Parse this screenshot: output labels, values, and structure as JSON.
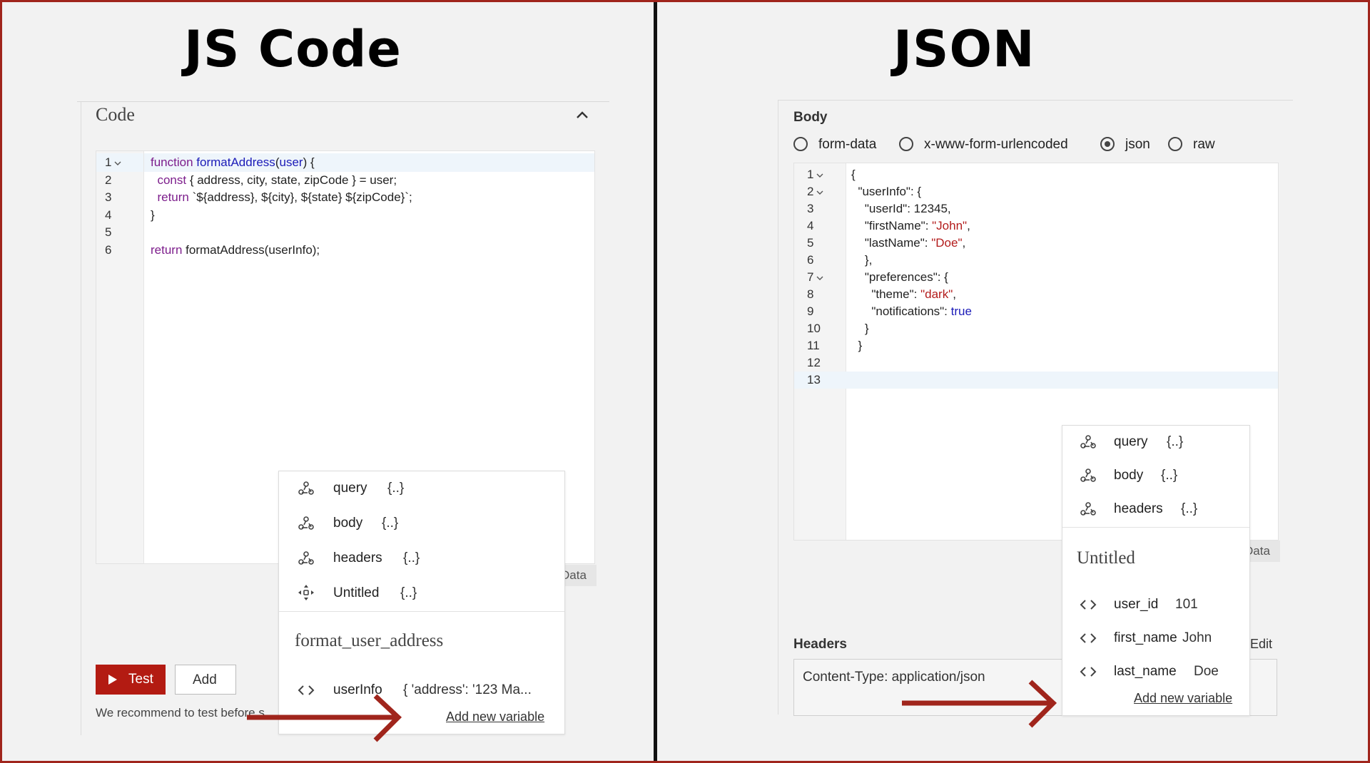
{
  "left": {
    "title": "JS Code",
    "panel_title": "Code",
    "line_numbers": [
      "1",
      "2",
      "3",
      "4",
      "5",
      "6"
    ],
    "code_lines": [
      [
        {
          "t": "function ",
          "c": "kw"
        },
        {
          "t": "formatAddress",
          "c": "fn"
        },
        {
          "t": "(",
          "c": ""
        },
        {
          "t": "user",
          "c": "fn"
        },
        {
          "t": ") {",
          "c": ""
        }
      ],
      [
        {
          "t": "  ",
          "c": ""
        },
        {
          "t": "const",
          "c": "kw"
        },
        {
          "t": " { address, city, state, zipCode } = user;",
          "c": ""
        }
      ],
      [
        {
          "t": "  ",
          "c": ""
        },
        {
          "t": "return",
          "c": "kw"
        },
        {
          "t": " `${address}, ${city}, ${state} ${zipCode}`;",
          "c": ""
        }
      ],
      [
        {
          "t": "}",
          "c": ""
        }
      ],
      [
        {
          "t": "",
          "c": ""
        }
      ],
      [
        {
          "t": "return",
          "c": "kw"
        },
        {
          "t": " formatAddress(userInfo);",
          "c": ""
        }
      ]
    ],
    "data_tab_fragment": "Data",
    "test_button": "Test",
    "add_button": "Add",
    "recommend_text": "We recommend to test before s",
    "popup": {
      "items": [
        {
          "label": "query",
          "value": "{..}",
          "icon": "webhook-icon"
        },
        {
          "label": "body",
          "value": "{..}",
          "icon": "webhook-icon"
        },
        {
          "label": "headers",
          "value": "{..}",
          "icon": "webhook-icon"
        },
        {
          "label": "Untitled",
          "value": "{..}",
          "icon": "move-icon"
        }
      ],
      "section": "format_user_address",
      "variables": [
        {
          "label": "userInfo",
          "value": "{ 'address': '123 Ma..."
        }
      ],
      "add_link": "Add new variable"
    }
  },
  "right": {
    "title": "JSON",
    "body_label": "Body",
    "radios": [
      {
        "label": "form-data",
        "checked": false
      },
      {
        "label": "x-www-form-urlencoded",
        "checked": false
      },
      {
        "label": "json",
        "checked": true
      },
      {
        "label": "raw",
        "checked": false
      }
    ],
    "line_numbers": [
      "1",
      "2",
      "3",
      "4",
      "5",
      "6",
      "7",
      "8",
      "9",
      "10",
      "11",
      "12",
      "13"
    ],
    "code_lines": [
      [
        {
          "t": "{",
          "c": ""
        }
      ],
      [
        {
          "t": "  \"userInfo\": {",
          "c": ""
        }
      ],
      [
        {
          "t": "    \"userId\": 12345,",
          "c": ""
        }
      ],
      [
        {
          "t": "    \"firstName\": ",
          "c": ""
        },
        {
          "t": "\"John\"",
          "c": "str"
        },
        {
          "t": ",",
          "c": ""
        }
      ],
      [
        {
          "t": "    \"lastName\": ",
          "c": ""
        },
        {
          "t": "\"Doe\"",
          "c": "str"
        },
        {
          "t": ",",
          "c": ""
        }
      ],
      [
        {
          "t": "    },",
          "c": ""
        }
      ],
      [
        {
          "t": "    \"preferences\": {",
          "c": ""
        }
      ],
      [
        {
          "t": "      \"theme\": ",
          "c": ""
        },
        {
          "t": "\"dark\"",
          "c": "str"
        },
        {
          "t": ",",
          "c": ""
        }
      ],
      [
        {
          "t": "      \"notifications\": ",
          "c": ""
        },
        {
          "t": "true",
          "c": "bool"
        }
      ],
      [
        {
          "t": "    }",
          "c": ""
        }
      ],
      [
        {
          "t": "  }",
          "c": ""
        }
      ],
      [
        {
          "t": "",
          "c": ""
        }
      ],
      [
        {
          "t": "",
          "c": ""
        }
      ]
    ],
    "data_tab_fragment": "Data",
    "headers_label": "Headers",
    "edit_fragment": "Edit",
    "headers_value": "Content-Type: application/json",
    "popup": {
      "items": [
        {
          "label": "query",
          "value": "{..}",
          "icon": "webhook-icon"
        },
        {
          "label": "body",
          "value": "{..}",
          "icon": "webhook-icon"
        },
        {
          "label": "headers",
          "value": "{..}",
          "icon": "webhook-icon"
        }
      ],
      "section": "Untitled",
      "variables": [
        {
          "label": "user_id",
          "value": "101"
        },
        {
          "label": "first_name",
          "value": "John"
        },
        {
          "label": "last_name",
          "value": "Doe"
        }
      ],
      "add_link": "Add new variable"
    }
  },
  "colors": {
    "accent": "#a0251c",
    "keyword": "#7d1e8c",
    "function": "#1b1bb8",
    "string": "#b31b1b"
  }
}
